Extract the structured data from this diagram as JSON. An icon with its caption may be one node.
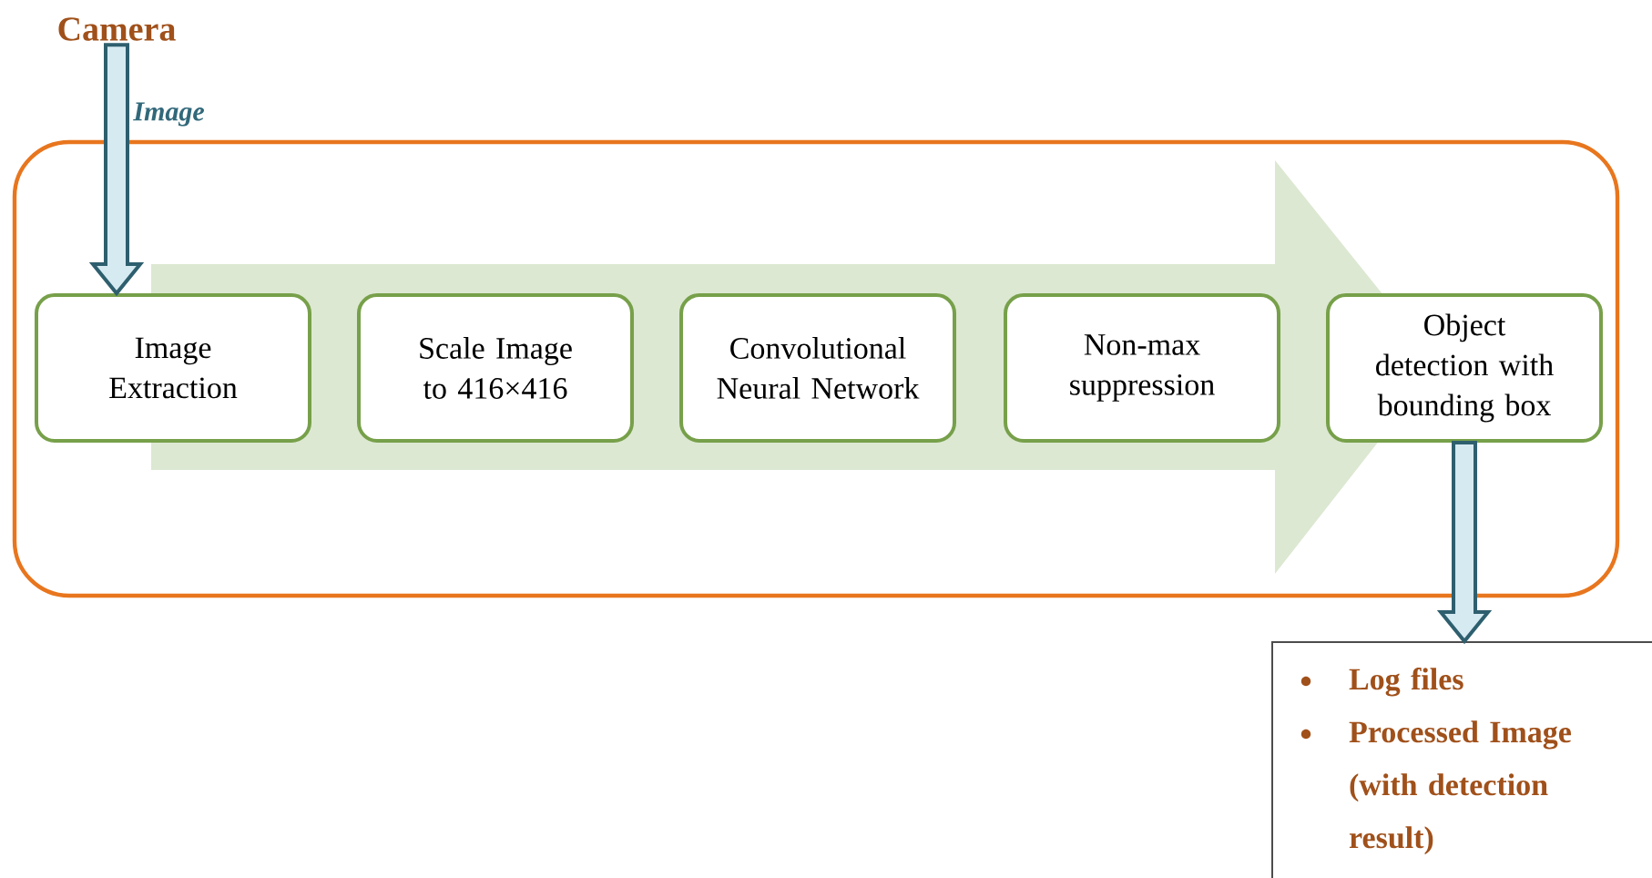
{
  "diagram": {
    "nodes": [
      {
        "text": [
          "Camera"
        ]
      },
      {
        "text": [],
        "shape": "box"
      },
      {
        "text": [
          "Image Extraction"
        ],
        "in": 1
      },
      {
        "text": [
          "Scale Image to 416×416"
        ],
        "in": 1
      },
      {
        "text": [
          "Convolutional Neural Network"
        ],
        "in": 1
      },
      {
        "text": [
          "Non-max suppression"
        ],
        "in": 1
      },
      {
        "text": [
          "Object detection with bounding box"
        ],
        "in": 1
      },
      {
        "text": [
          "Log files",
          "Processed Image (with detection result)"
        ]
      }
    ],
    "edges": [
      {
        "from": 0,
        "to": 2,
        "arrow": "to",
        "label": "Image"
      },
      {
        "from": 6,
        "to": 7,
        "arrow": "to"
      }
    ]
  }
}
